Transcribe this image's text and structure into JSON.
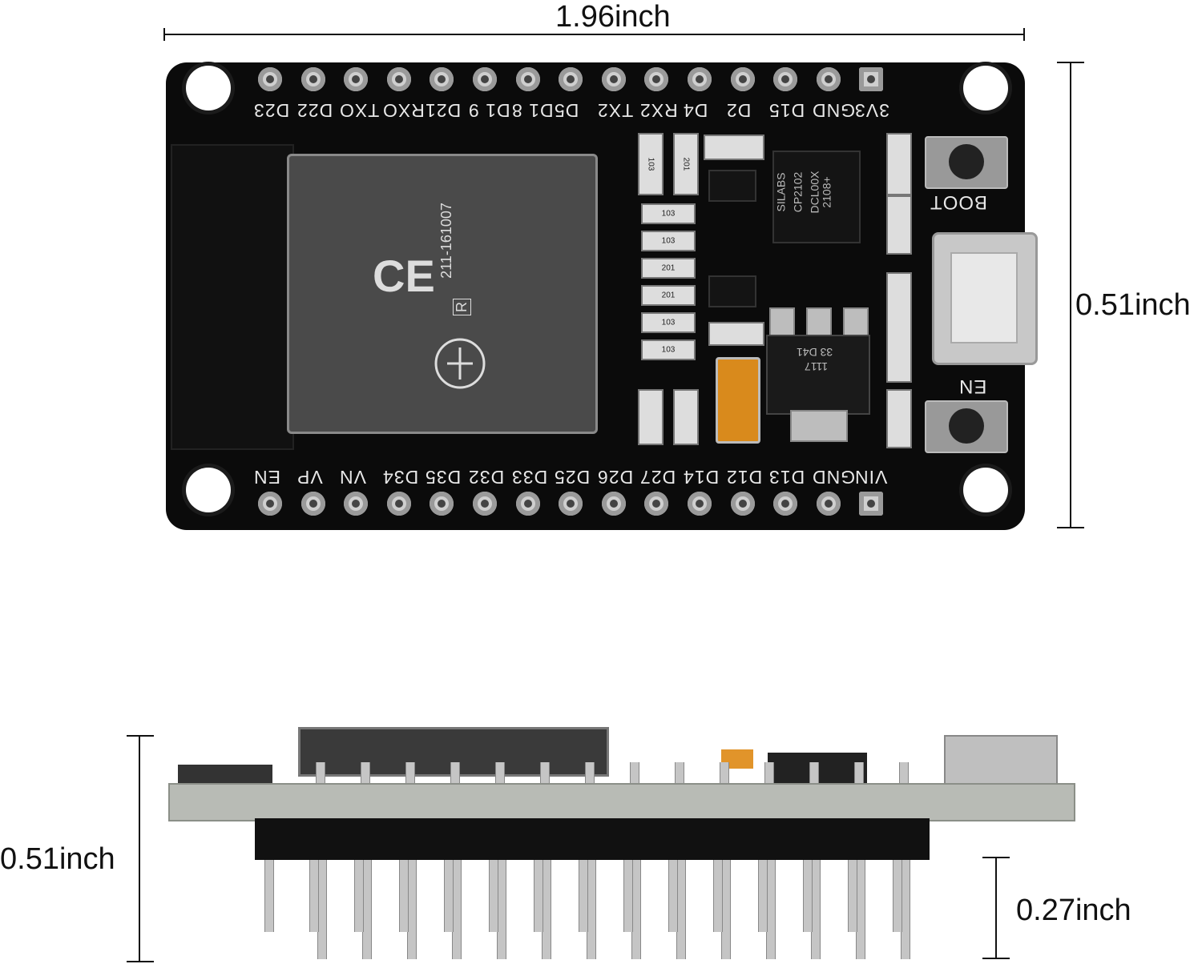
{
  "dimensions": {
    "width_label": "1.96inch",
    "height_label_top": "0.51inch",
    "height_label_side": "0.51inch",
    "pin_length_label": "0.27inch"
  },
  "top_pins": [
    "D23",
    "D22",
    "TX0",
    "RX0",
    "D21",
    "D19",
    "D18",
    "D5",
    "TX2",
    "RX2",
    "D4",
    "D2",
    "D15",
    "GND",
    "3V3"
  ],
  "top_pins_printed": [
    "D23",
    "D22",
    "TXO",
    "RXO",
    "D21",
    "D1 9",
    "D1 8",
    "D5",
    "TX2",
    "RX2",
    "D4",
    "D2",
    "D15",
    "GND",
    "3V3"
  ],
  "bottom_pins_printed": [
    "EN",
    "VP",
    "VN",
    "D34",
    "D35",
    "D32",
    "D33",
    "D25",
    "D26",
    "D27",
    "D14",
    "D12",
    "D13",
    "GND",
    "VIN"
  ],
  "buttons": {
    "boot": "BOOT",
    "en": "EN"
  },
  "module_text": {
    "code": "211-161007",
    "mark": "CE",
    "r": "R"
  },
  "chips": {
    "usb_bridge": [
      "SILABS",
      "CP2102",
      "DCL00X",
      "2108+"
    ],
    "regulator": [
      "1117",
      "33 D41"
    ]
  },
  "resistors": [
    "103",
    "201",
    "103",
    "103",
    "201",
    "201",
    "103",
    "103"
  ]
}
